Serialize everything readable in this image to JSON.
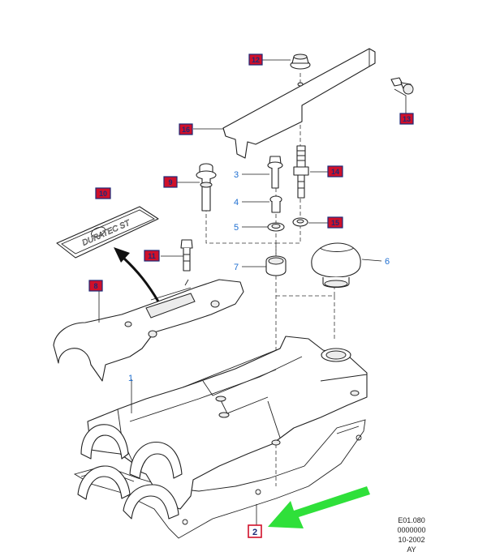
{
  "callouts_red": [
    {
      "id": "c12",
      "label": "12"
    },
    {
      "id": "c13",
      "label": "13"
    },
    {
      "id": "c16",
      "label": "16"
    },
    {
      "id": "c9",
      "label": "9"
    },
    {
      "id": "c14",
      "label": "14"
    },
    {
      "id": "c10",
      "label": "10"
    },
    {
      "id": "c15",
      "label": "15"
    },
    {
      "id": "c11",
      "label": "11"
    },
    {
      "id": "c8",
      "label": "8"
    },
    {
      "id": "c2",
      "label": "2"
    }
  ],
  "callouts_blue": [
    {
      "id": "c3",
      "label": "3"
    },
    {
      "id": "c4",
      "label": "4"
    },
    {
      "id": "c5",
      "label": "5"
    },
    {
      "id": "c7",
      "label": "7"
    },
    {
      "id": "c6",
      "label": "6"
    },
    {
      "id": "c1",
      "label": "1"
    }
  ],
  "emblem_text": "DURATEC ST",
  "reference_code": [
    "E01.080",
    "0000000",
    "10-2002",
    "AY"
  ],
  "colors": {
    "callout_fill": "#d0102a",
    "callout_text": "#1c2a78",
    "callout_blue": "#1f6fd1",
    "pointer_arrow": "#2fe03a"
  }
}
